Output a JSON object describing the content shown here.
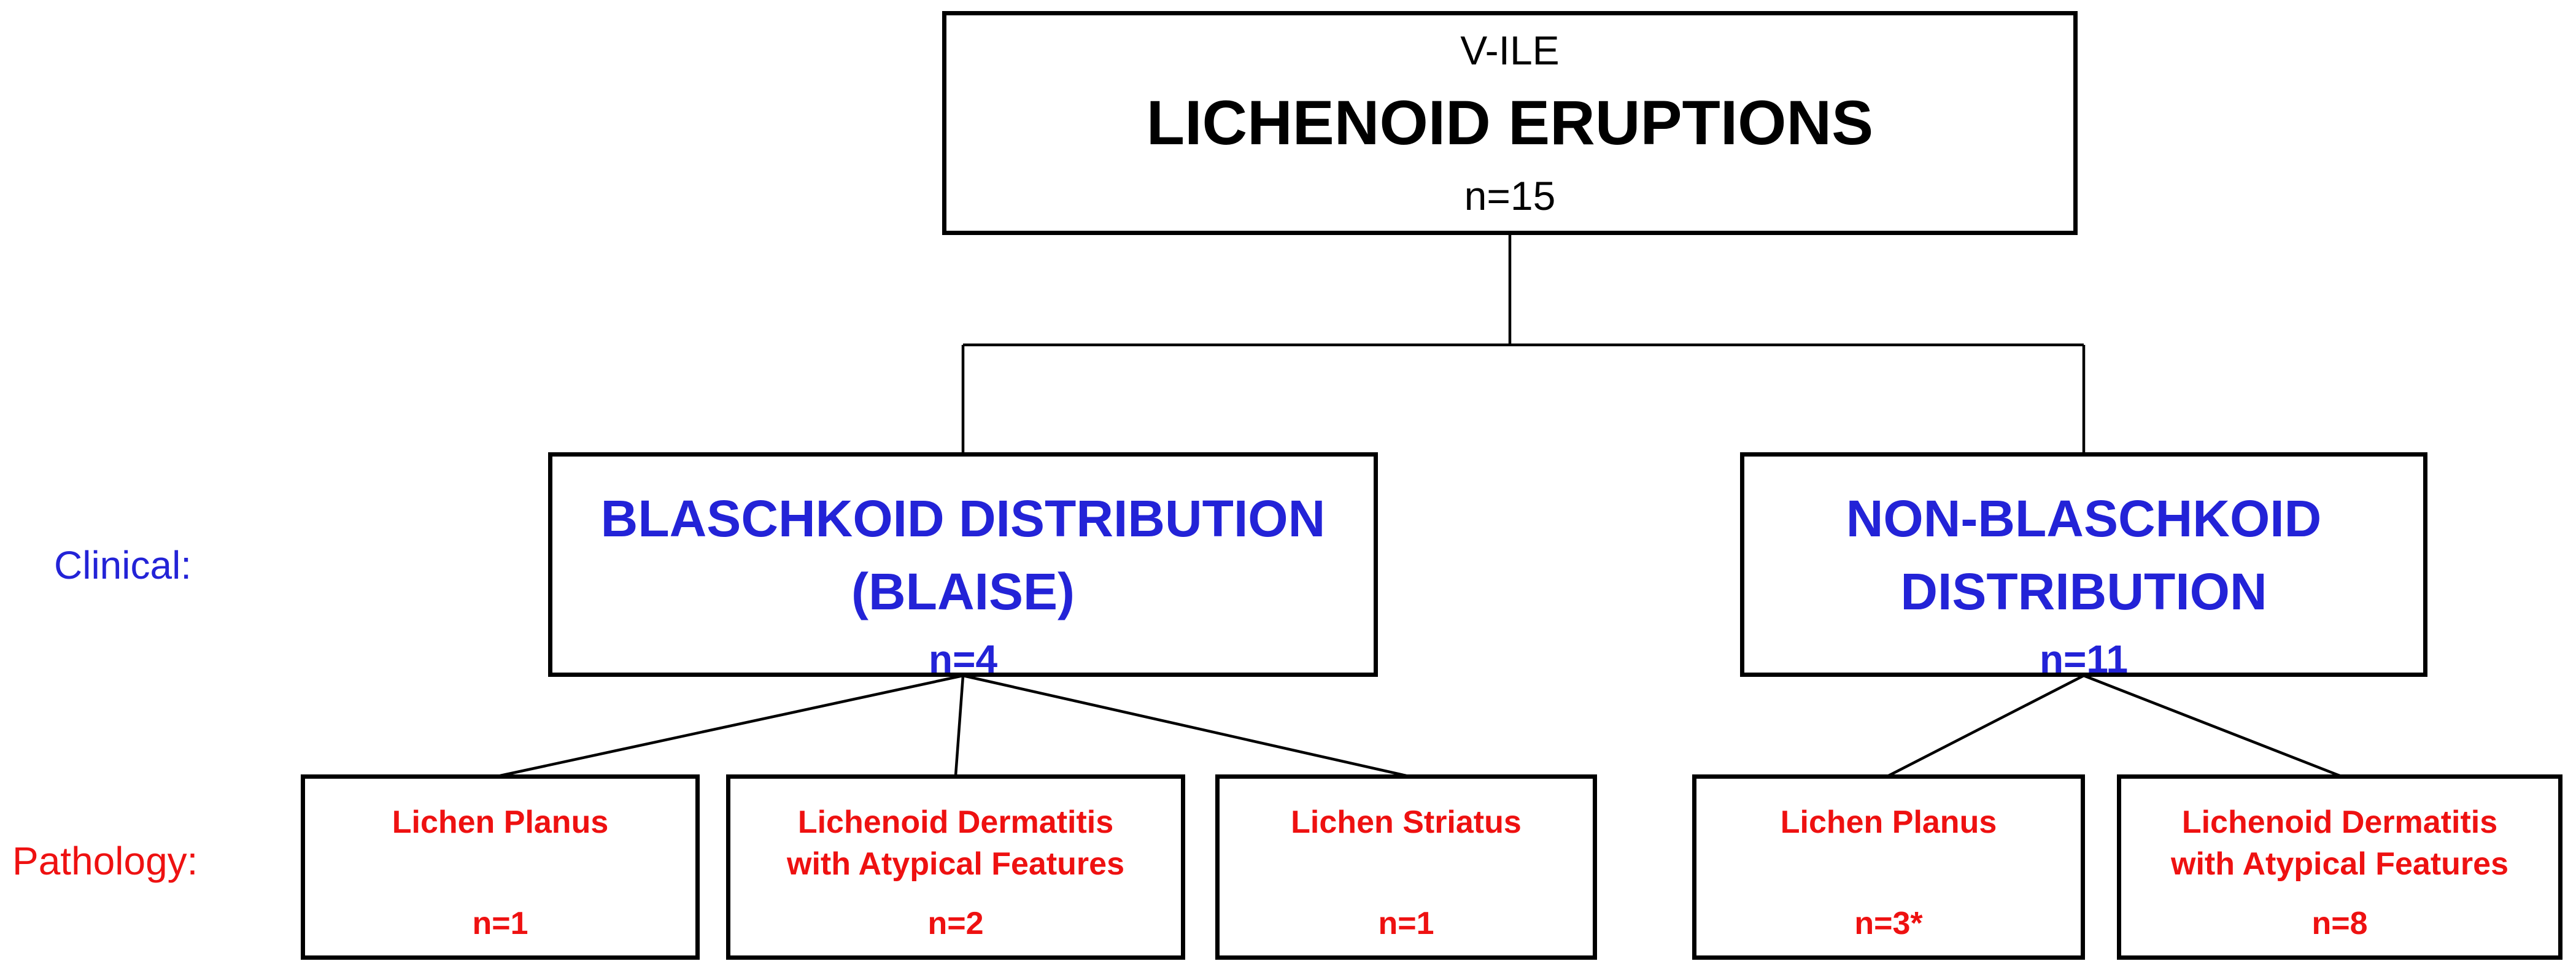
{
  "colors": {
    "clinical_blue": "#2323d7",
    "pathology_red": "#ee1111",
    "outline_black": "#000000",
    "background": "#ffffff"
  },
  "root_node": {
    "subtitle": "V-ILE",
    "title": "LICHENOID ERUPTIONS",
    "count": "n=15"
  },
  "row_labels": {
    "clinical": "Clinical:",
    "pathology": "Pathology:"
  },
  "clinical_nodes": [
    {
      "line1": "BLASCHKOID DISTRIBUTION",
      "line2": "(BLAISE)",
      "count": "n=4"
    },
    {
      "line1": "NON-BLASCHKOID",
      "line2": "DISTRIBUTION",
      "count": "n=11"
    }
  ],
  "pathology_nodes": [
    {
      "line1": "Lichen Planus",
      "line2": "",
      "count": "n=1"
    },
    {
      "line1": "Lichenoid Dermatitis",
      "line2": "with Atypical Features",
      "count": "n=2"
    },
    {
      "line1": "Lichen Striatus",
      "line2": "",
      "count": "n=1"
    },
    {
      "line1": "Lichen Planus",
      "line2": "",
      "count": "n=3*"
    },
    {
      "line1": "Lichenoid Dermatitis",
      "line2": "with Atypical Features",
      "count": "n=8"
    }
  ]
}
